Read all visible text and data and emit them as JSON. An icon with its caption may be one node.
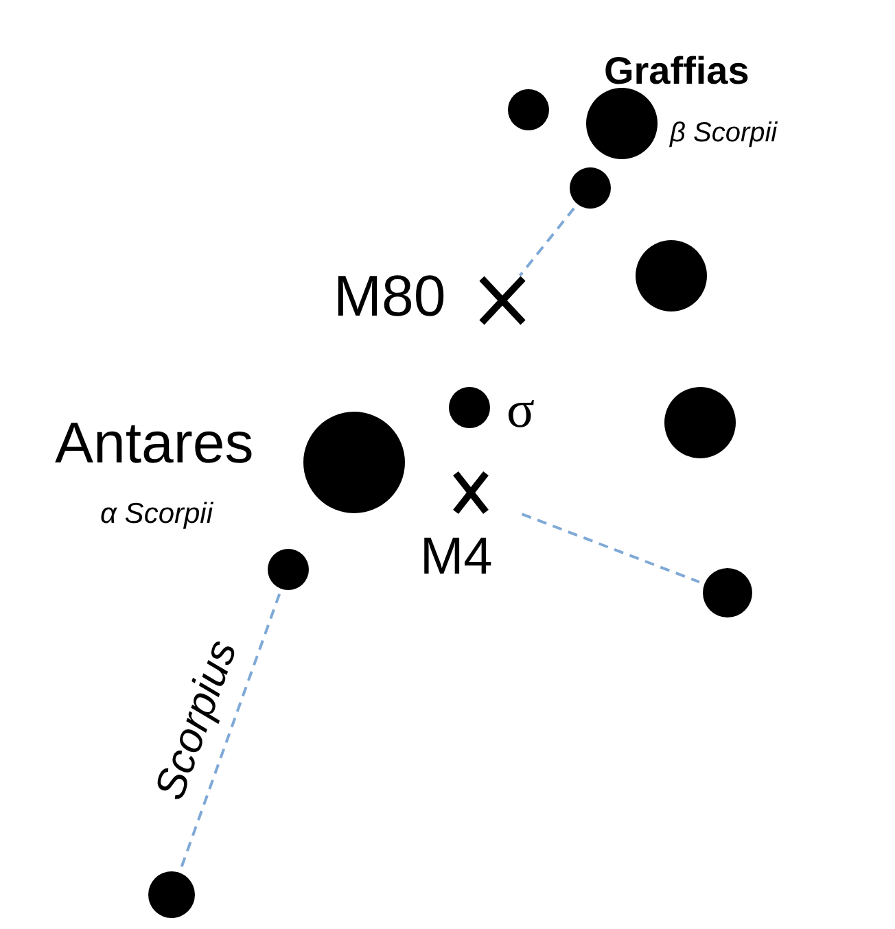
{
  "diagram": {
    "nodes": [
      {
        "text": [],
        "shape": "circle"
      },
      {
        "text": [],
        "shape": "circle",
        "beside": [
          "Graffias",
          "β Scorpii"
        ]
      },
      {
        "text": [],
        "shape": "circle"
      },
      {
        "text": [],
        "shape": "circle"
      },
      {
        "text": [
          "M80"
        ]
      },
      {
        "text": [],
        "shape": "circle",
        "beside": [
          "σ"
        ]
      },
      {
        "text": [],
        "shape": "circle"
      },
      {
        "text": [],
        "shape": "circle",
        "beside": [
          "Antares",
          "α Scorpii"
        ]
      },
      {
        "text": [
          "M4"
        ]
      },
      {
        "text": [],
        "shape": "circle"
      },
      {
        "text": [],
        "shape": "circle"
      },
      {
        "text": [],
        "shape": "circle"
      }
    ],
    "edges": [
      {
        "from": 2,
        "to": 4,
        "arrow": "none",
        "style": "dashed"
      },
      {
        "from": 8,
        "to": 10,
        "arrow": "none",
        "style": "dashed"
      },
      {
        "from": 9,
        "to": 11,
        "arrow": "none",
        "style": "dashed",
        "label": "Scorpius"
      }
    ]
  }
}
